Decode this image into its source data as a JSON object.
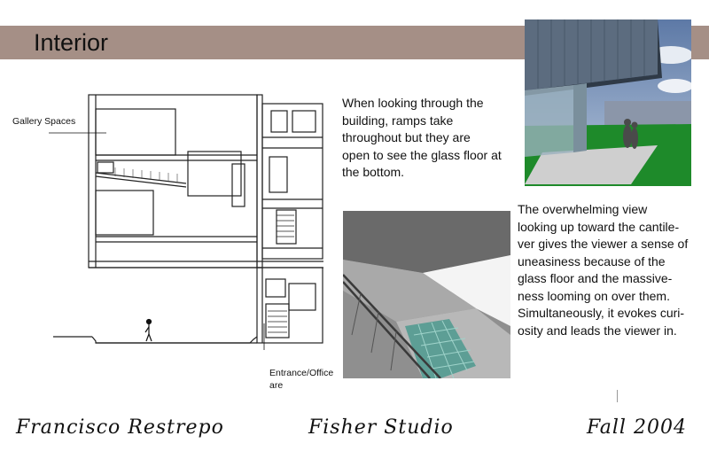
{
  "header": {
    "title": "Interior",
    "band_color": "#a58f86"
  },
  "section": {
    "label_gallery": "Gallery Spaces",
    "label_entrance_line1": "Entrance/Office",
    "label_entrance_line2": "are"
  },
  "text": {
    "para1": [
      "When looking through the",
      "building, ramps take",
      "throughout but they are",
      "open to see the glass floor at",
      "the bottom."
    ],
    "para2": [
      "The overwhelming view",
      "looking up toward the cantile-",
      "ver gives the viewer a sense of",
      "uneasiness because of the",
      "glass floor and the massive-",
      "ness looming on over them.",
      "Simultaneously, it evokes curi-",
      "osity and leads the viewer in."
    ]
  },
  "footer": {
    "author": "Francisco Restrepo",
    "studio": "Fisher Studio",
    "term": "Fall 2004"
  }
}
